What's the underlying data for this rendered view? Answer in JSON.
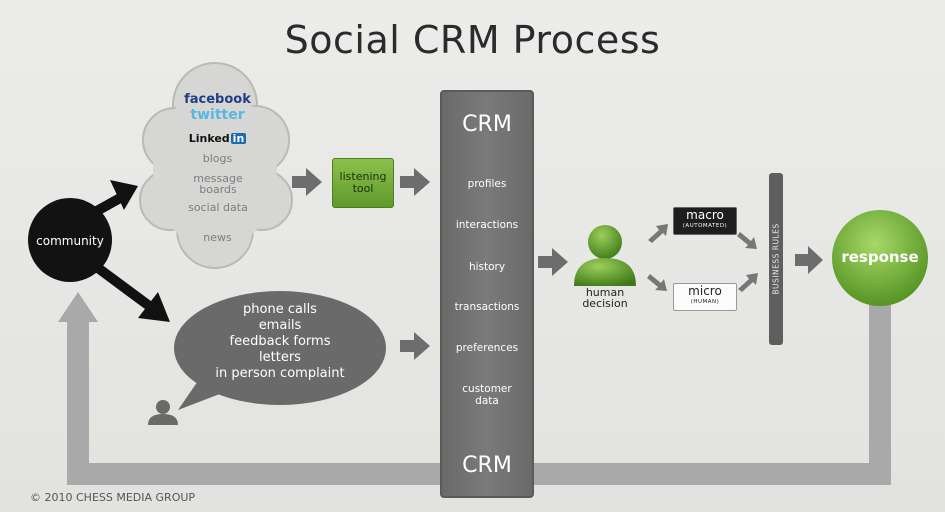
{
  "title": "Social CRM Process",
  "cloud": {
    "sources": [
      "facebook",
      "twitter",
      "Linked",
      "blogs",
      "message boards",
      "social data",
      "news"
    ],
    "linkedin_badge": "in"
  },
  "listening_tool": "listening tool",
  "community": "community",
  "offline_bubble": {
    "lines": [
      "phone calls",
      "emails",
      "feedback forms",
      "letters",
      "in person complaint"
    ]
  },
  "crm": {
    "header": "CRM",
    "footer": "CRM",
    "items": [
      "profiles",
      "interactions",
      "history",
      "transactions",
      "preferences",
      "customer data"
    ]
  },
  "human_decision": "human decision",
  "macro": {
    "label": "macro",
    "sublabel": "(AUTOMATED)"
  },
  "micro": {
    "label": "micro",
    "sublabel": "(HUMAN)"
  },
  "business_rules": "BUSINESS RULES",
  "response": "response",
  "footer": "© 2010 CHESS MEDIA GROUP",
  "colors": {
    "green": "#5f9a2b",
    "dark_gray": "#6b6b6b",
    "arrow_gray": "#6d6d6d",
    "loop_gray": "#a9a9a9",
    "black": "#111111"
  }
}
